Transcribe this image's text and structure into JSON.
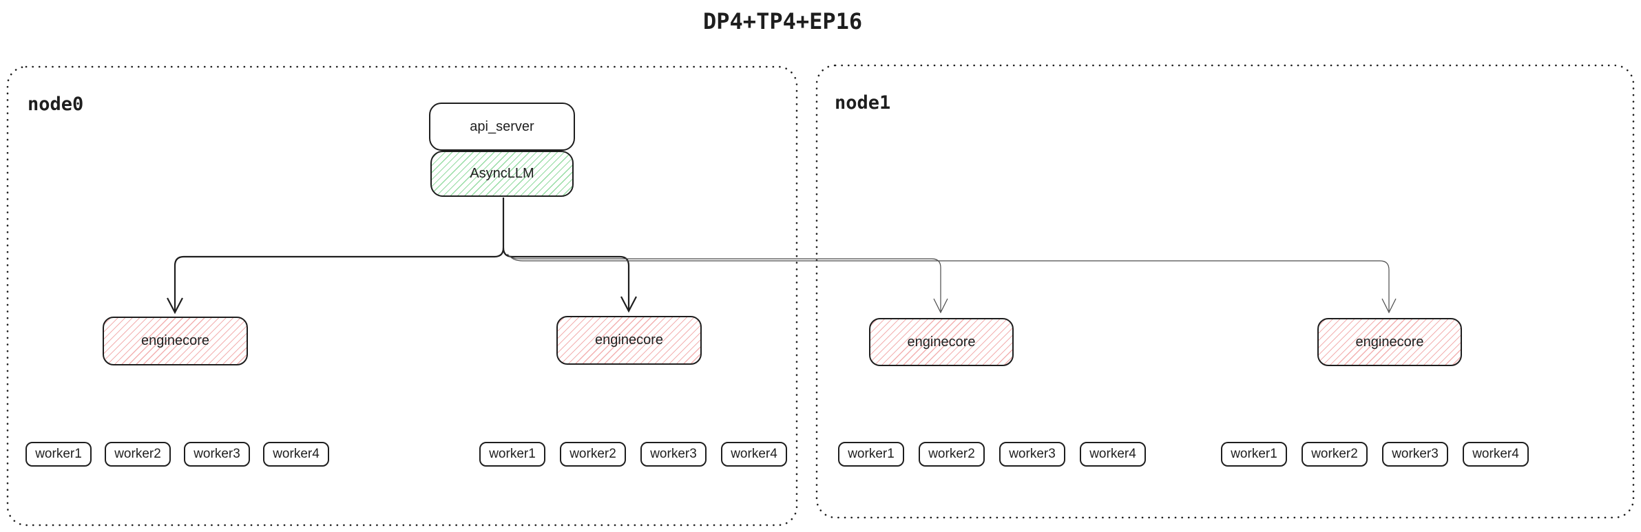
{
  "title": "DP4+TP4+EP16",
  "api_server_label": "api_server",
  "async_llm_label": "AsyncLLM",
  "nodes": [
    {
      "label": "node0",
      "groups": [
        {
          "enginecore_label": "enginecore",
          "workers": [
            "worker1",
            "worker2",
            "worker3",
            "worker4"
          ]
        },
        {
          "enginecore_label": "enginecore",
          "workers": [
            "worker1",
            "worker2",
            "worker3",
            "worker4"
          ]
        }
      ]
    },
    {
      "label": "node1",
      "groups": [
        {
          "enginecore_label": "enginecore",
          "workers": [
            "worker1",
            "worker2",
            "worker3",
            "worker4"
          ]
        },
        {
          "enginecore_label": "enginecore",
          "workers": [
            "worker1",
            "worker2",
            "worker3",
            "worker4"
          ]
        }
      ]
    }
  ],
  "colors": {
    "stroke": "#1e1e1e",
    "thin_line": "#4a4a4a",
    "green_hatch": "#40c057",
    "red_hatch": "#e03131",
    "background": "#ffffff"
  }
}
